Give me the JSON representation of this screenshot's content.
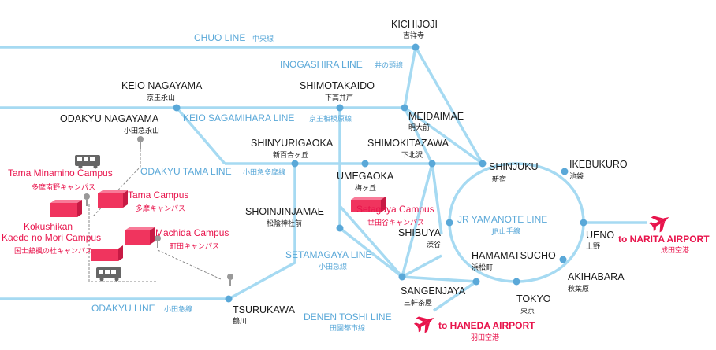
{
  "stations": {
    "kichijoji": {
      "en": "KICHIJOJI",
      "jp": "吉祥寺"
    },
    "keio_nagayama": {
      "en": "KEIO NAGAYAMA",
      "jp": "京王永山"
    },
    "shimotakaido": {
      "en": "SHIMOTAKAIDO",
      "jp": "下高井戸"
    },
    "meidaimae": {
      "en": "MEIDAIMAE",
      "jp": "明大前"
    },
    "odakyu_nagayama": {
      "en": "ODAKYU NAGAYAMA",
      "jp": "小田急永山"
    },
    "shinyurigaoka": {
      "en": "SHINYURIGAOKA",
      "jp": "新百合ヶ丘"
    },
    "shimokitazawa": {
      "en": "SHIMOKITAZAWA",
      "jp": "下北沢"
    },
    "shinjuku": {
      "en": "SHINJUKU",
      "jp": "新宿"
    },
    "ikebukuro": {
      "en": "IKEBUKURO",
      "jp": "池袋"
    },
    "umegaoka": {
      "en": "UMEGAOKA",
      "jp": "梅ヶ丘"
    },
    "shoinjinjamae": {
      "en": "SHOINJINJAMAE",
      "jp": "松陰神社前"
    },
    "shibuya": {
      "en": "SHIBUYA",
      "jp": "渋谷"
    },
    "ueno": {
      "en": "UENO",
      "jp": "上野"
    },
    "hamamatsucho": {
      "en": "HAMAMATSUCHO",
      "jp": "浜松町"
    },
    "akihabara": {
      "en": "AKIHABARA",
      "jp": "秋葉原"
    },
    "sangenjaya": {
      "en": "SANGENJAYA",
      "jp": "三軒茶屋"
    },
    "tokyo": {
      "en": "TOKYO",
      "jp": "東京"
    },
    "tsurukawa": {
      "en": "TSURUKAWA",
      "jp": "鶴川"
    }
  },
  "lines": {
    "chuo": {
      "en": "CHUO LINE",
      "jp": "中央線"
    },
    "inogashira": {
      "en": "INOGASHIRA LINE",
      "jp": "井の頭線"
    },
    "keio_sagamihara": {
      "en": "KEIO SAGAMIHARA LINE",
      "jp": "京王相模原線"
    },
    "odakyu_tama": {
      "en": "ODAKYU TAMA LINE",
      "jp": "小田急多摩線"
    },
    "yamanote": {
      "en": "JR YAMANOTE  LINE",
      "jp": "JR山手線"
    },
    "setamagaya": {
      "en": "SETAMAGAYA  LINE",
      "jp": "小田急線"
    },
    "odakyu": {
      "en": "ODAKYU  LINE",
      "jp": "小田急線"
    },
    "denen_toshi": {
      "en": "DENEN TOSHI  LINE",
      "jp": "田園都市線"
    }
  },
  "campuses": {
    "tama_minamino": {
      "en": "Tama Minamino Campus",
      "jp": "多摩南野キャンパス"
    },
    "tama": {
      "en": "Tama Campus",
      "jp": "多摩キャンパス"
    },
    "kokushikan_line1": "Kokushikan",
    "kokushikan_line2": "Kaede no Mori Campus",
    "kokushikan_jp": "国士舘楓の杜キャンパス",
    "machida": {
      "en": "Machida Campus",
      "jp": "町田キャンパス"
    },
    "setagaya": {
      "en": "Setagaya Campus",
      "jp": "世田谷キャンパス"
    }
  },
  "airports": {
    "narita": {
      "en": "to NARITA AIRPORT",
      "jp": "成田空港"
    },
    "haneda": {
      "en": "to HANEDA AIRPORT",
      "jp": "羽田空港"
    }
  },
  "colors": {
    "route": "#a6daf2",
    "station_dot": "#5aa8d8",
    "line_label": "#5aa8d8",
    "campus": "#e8134b",
    "campus_box": "#f0345e",
    "bus": "#666666"
  },
  "icons": [
    "bus-icon",
    "bus-stop-icon",
    "airplane-icon",
    "campus-building-icon"
  ]
}
